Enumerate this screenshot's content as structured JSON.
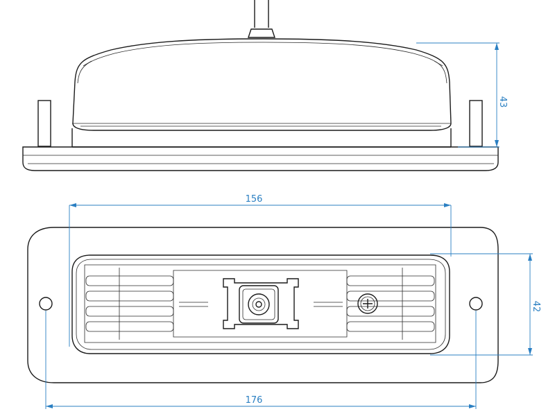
{
  "dimensions": {
    "height_side": "43",
    "length_base": "156",
    "width_front": "42",
    "length_overall": "176"
  },
  "colors": {
    "dimension_line": "#2a7fc2",
    "outline": "#1a1a1a"
  }
}
